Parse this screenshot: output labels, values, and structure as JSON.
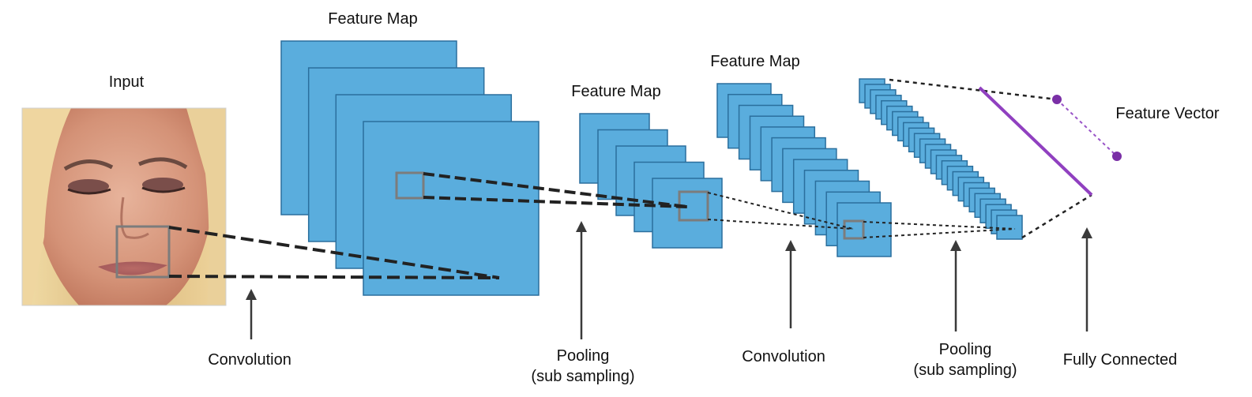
{
  "labels": {
    "input": "Input",
    "feature_map_1": "Feature Map",
    "feature_map_2": "Feature Map",
    "feature_map_3": "Feature Map",
    "feature_vector": "Feature Vector",
    "convolution_1": "Convolution",
    "pooling_1": [
      "Pooling",
      "(sub sampling)"
    ],
    "convolution_2": "Convolution",
    "pooling_2": [
      "Pooling",
      "(sub sampling)"
    ],
    "fully_connected": "Fully Connected"
  },
  "stacks": {
    "feature_map_1_count": 4,
    "feature_map_2_count": 5,
    "feature_map_3_count": 12,
    "pooled_count": 26
  },
  "colors": {
    "map_fill": "#5aaddd",
    "map_stroke": "#2b6f9d",
    "kernel_stroke": "#7c7c7c",
    "connector": "#222222",
    "fc_line": "#9040c0",
    "fc_node": "#7a2fa6",
    "arrow": "#3a3a3a",
    "face_skin": "#dca08a",
    "face_hair": "#e6c58a"
  }
}
